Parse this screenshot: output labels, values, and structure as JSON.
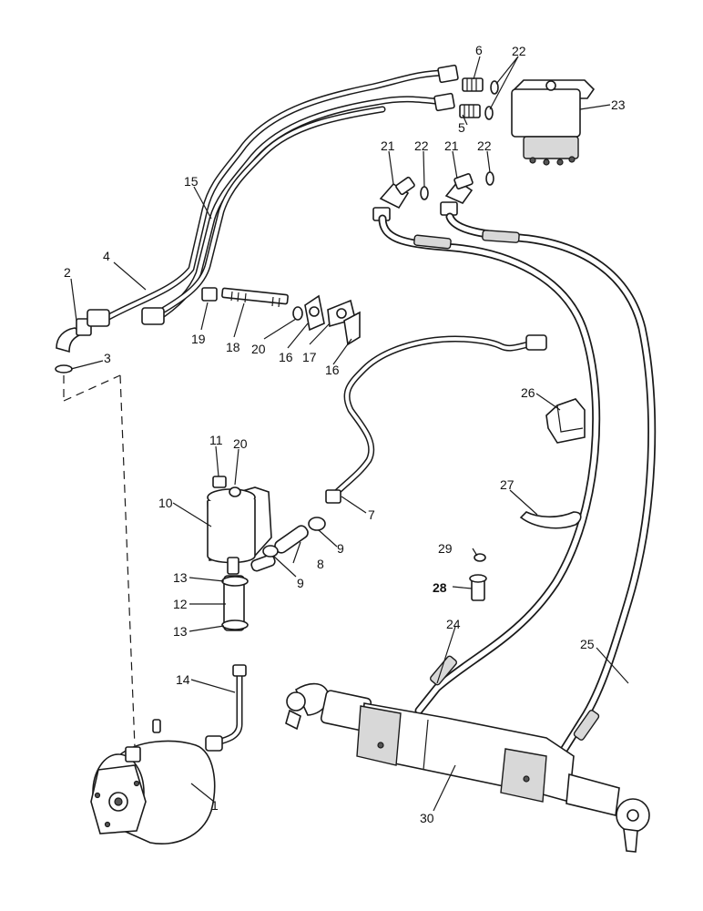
{
  "callouts": {
    "c1": "1",
    "c2": "2",
    "c3": "3",
    "c4": "4",
    "c5": "5",
    "c6": "6",
    "c7": "7",
    "c8": "8",
    "c9a": "9",
    "c9b": "9",
    "c10": "10",
    "c11": "11",
    "c12": "12",
    "c13a": "13",
    "c13b": "13",
    "c14": "14",
    "c15": "15",
    "c16a": "16",
    "c16b": "16",
    "c17": "17",
    "c18": "18",
    "c19": "19",
    "c20a": "20",
    "c20b": "20",
    "c21a": "21",
    "c21b": "21",
    "c22a": "22",
    "c22b": "22",
    "c22c": "22",
    "c23": "23",
    "c24": "24",
    "c25": "25",
    "c26": "26",
    "c27": "27",
    "c28": "28",
    "c29": "29",
    "c30": "30"
  },
  "colors": {
    "line": "#1a1a1a",
    "paper": "#ffffff",
    "shade": "#d8d8d8"
  }
}
